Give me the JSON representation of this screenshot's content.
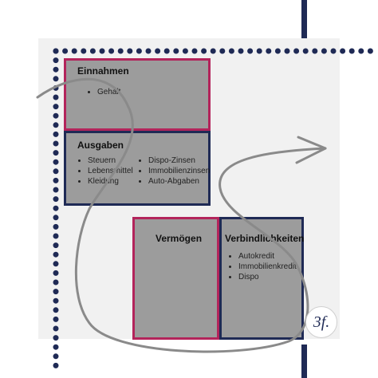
{
  "colors": {
    "accent_pink": "#b3245b",
    "accent_navy": "#1f2a55",
    "box_fill": "#9c9c9c",
    "panel_bg": "#f1f1f1"
  },
  "boxes": {
    "einnahmen": {
      "title": "Einnahmen",
      "items": [
        "Gehalt"
      ]
    },
    "ausgaben": {
      "title": "Ausgaben",
      "items_left": [
        "Steuern",
        "Lebensmittel",
        "Kleidung"
      ],
      "items_right": [
        "Dispo-Zinsen",
        "Immobilienzinsen",
        "Auto-Abgaben"
      ]
    },
    "vermoegen": {
      "title": "Vermögen"
    },
    "verbindlichkeiten": {
      "title": "Verbindlichkeiten",
      "items": [
        "Autokredit",
        "Immobilienkredit",
        "Dispo"
      ]
    }
  },
  "logo": {
    "text": "3f."
  },
  "icons": [
    "dotted-border",
    "flow-arrow-icon"
  ]
}
